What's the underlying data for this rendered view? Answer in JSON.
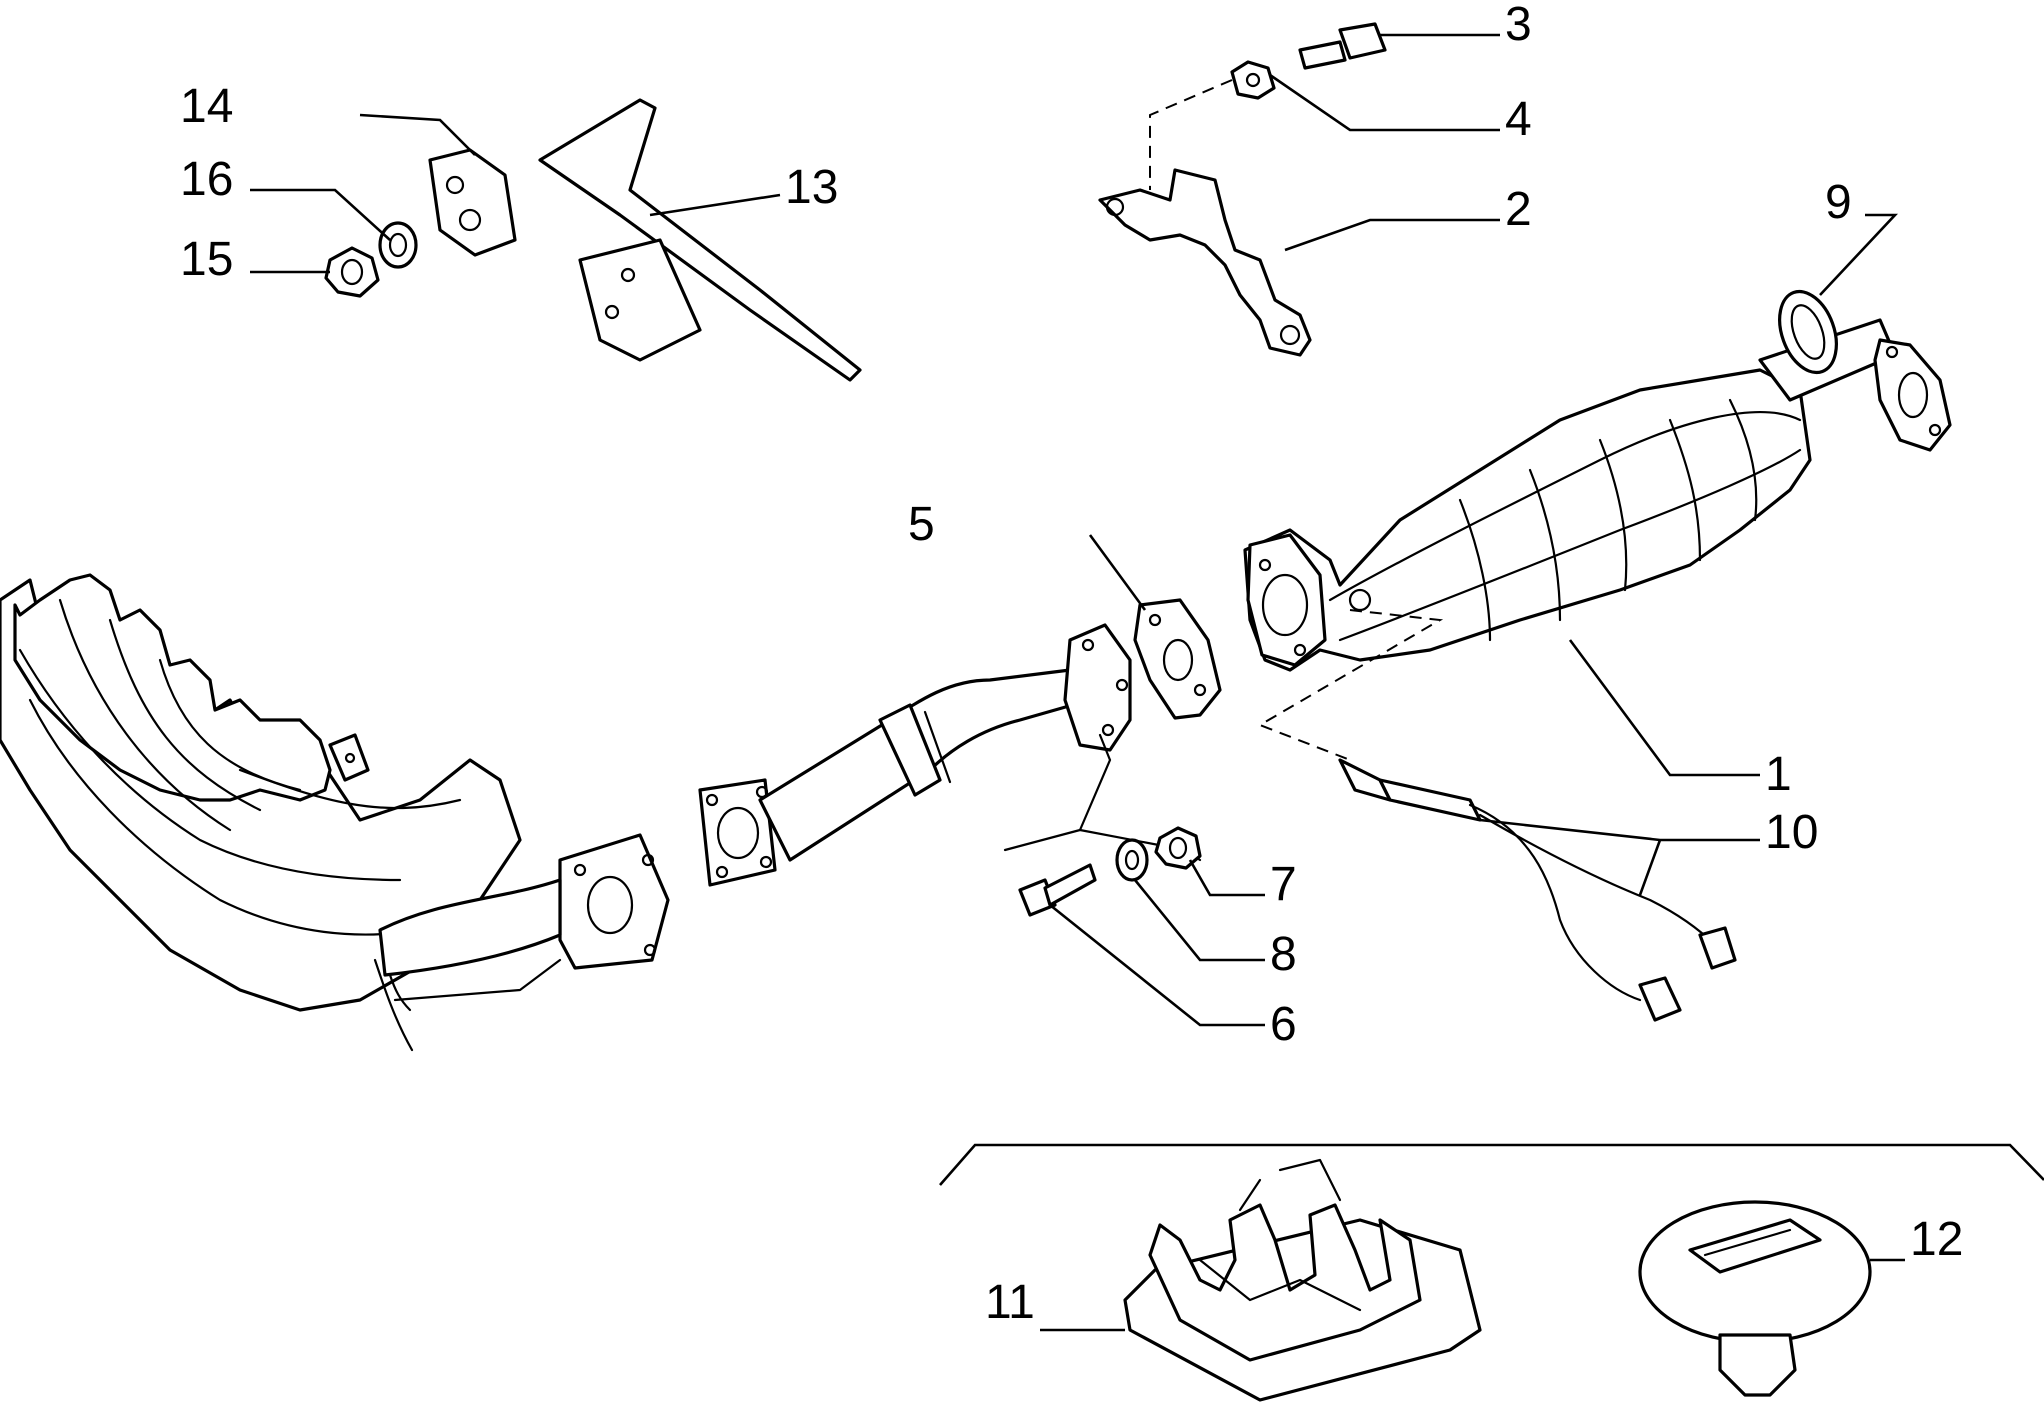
{
  "labels": {
    "p1": "1",
    "p2": "2",
    "p3": "3",
    "p4": "4",
    "p5": "5",
    "p6": "6",
    "p7": "7",
    "p8": "8",
    "p9": "9",
    "p10": "10",
    "p11": "11",
    "p12": "12",
    "p13": "13",
    "p14": "14",
    "p15": "15",
    "p16": "16"
  },
  "colors": {
    "line": "#000000",
    "background": "#ffffff"
  }
}
